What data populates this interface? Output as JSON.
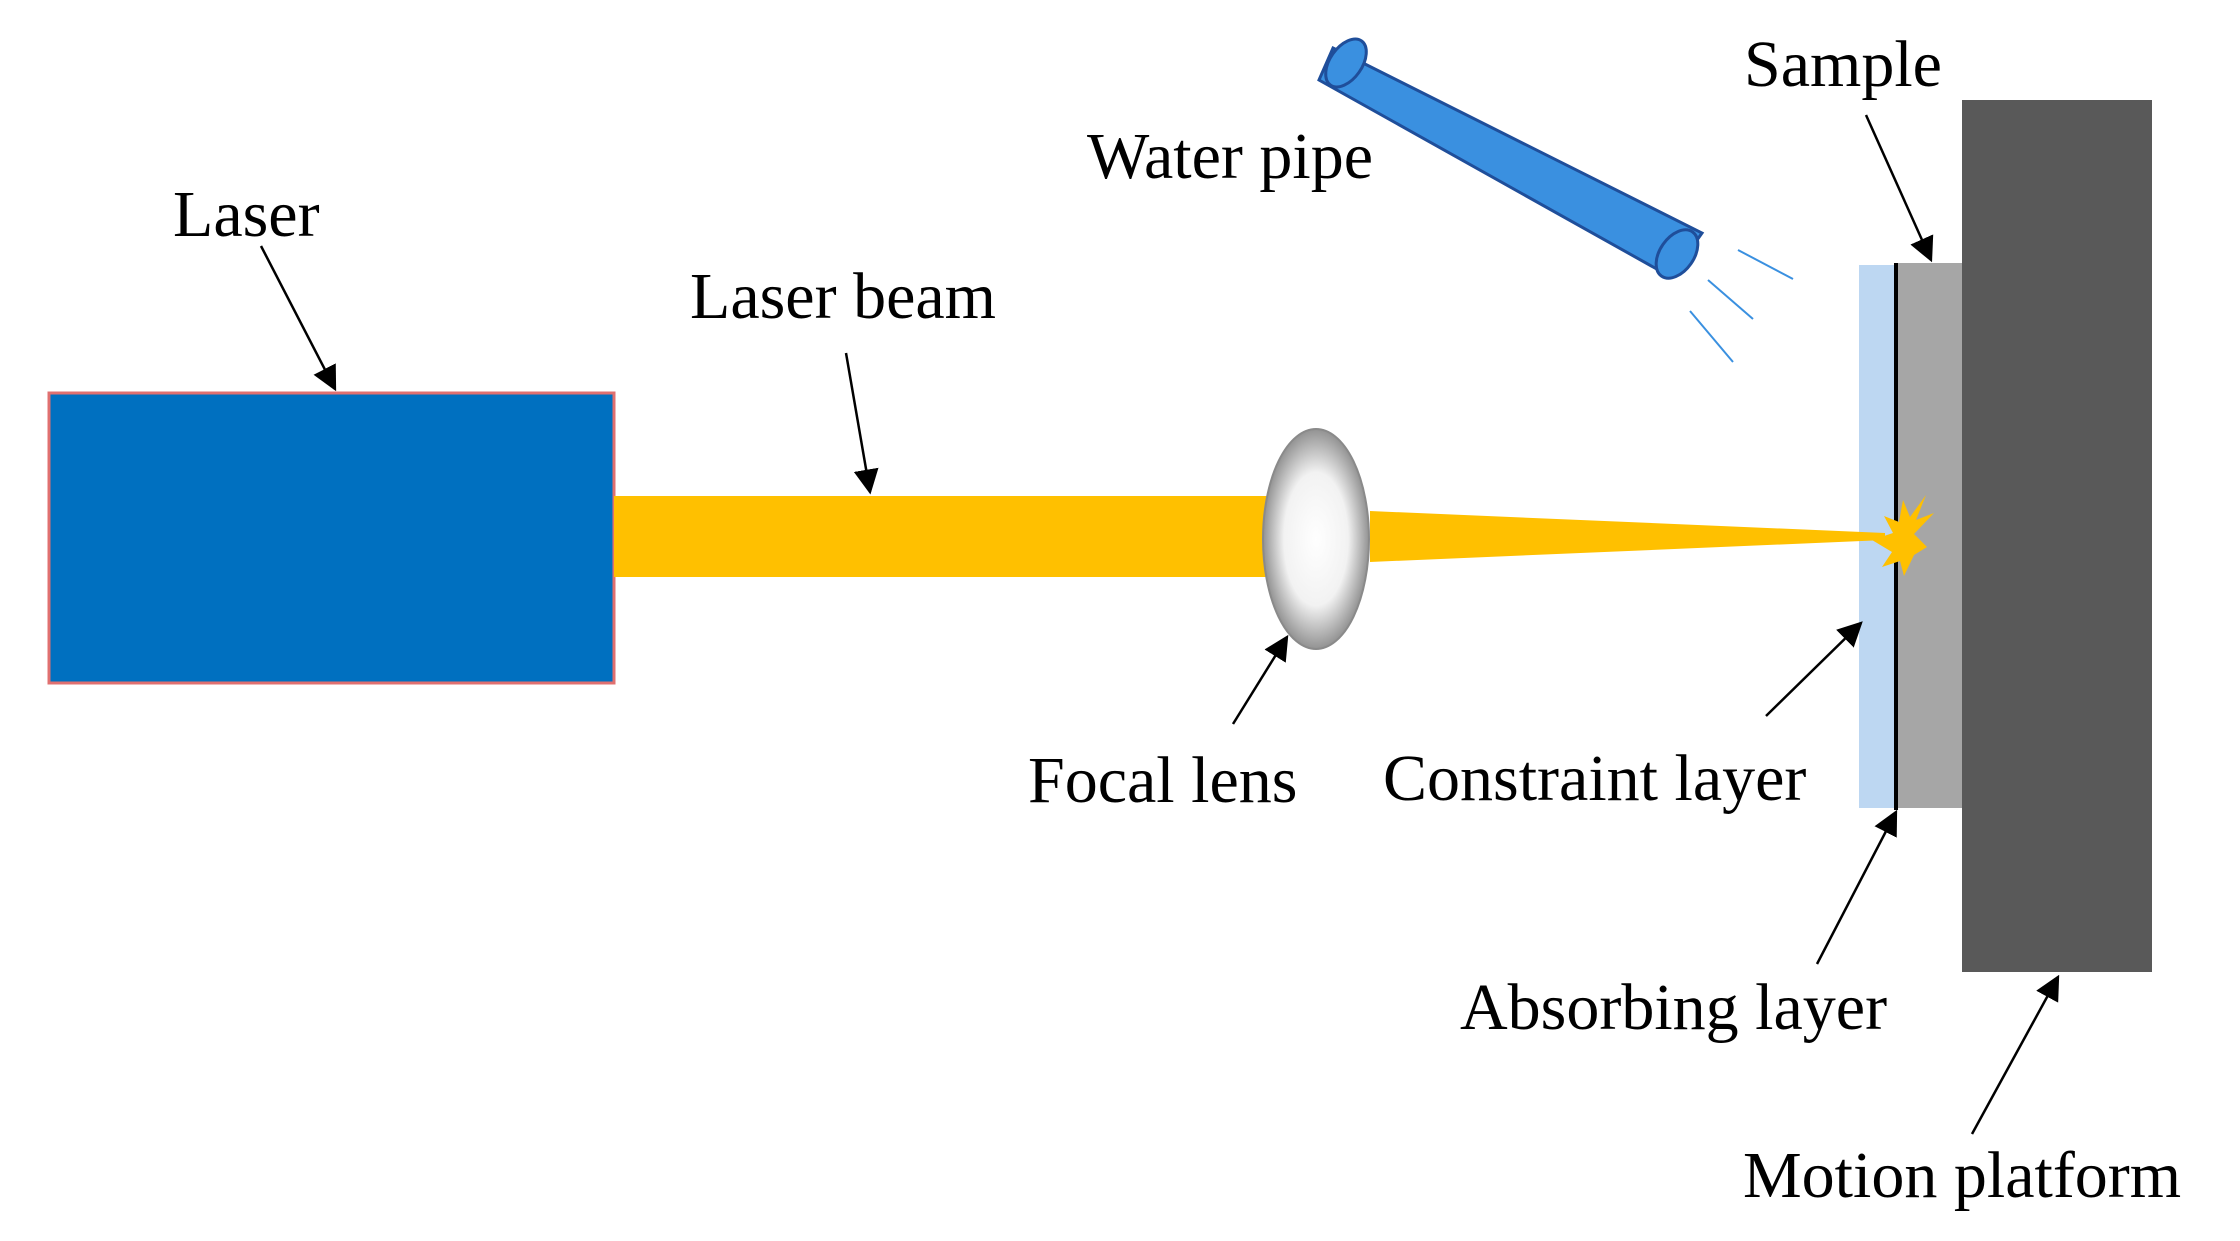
{
  "diagram": {
    "labels": {
      "laser": "Laser",
      "laser_beam": "Laser beam",
      "water_pipe": "Water pipe",
      "sample": "Sample",
      "focal_lens": "Focal lens",
      "constraint_layer": "Constraint layer",
      "absorbing_layer": "Absorbing layer",
      "motion_platform": "Motion platform"
    },
    "colors": {
      "laser_body": "#0070C0",
      "laser_outline": "#E07070",
      "beam": "#FFC000",
      "water_pipe": "#3A90E0",
      "water_pipe_outline": "#1F4E9A",
      "constraint_layer": "#BDD7F2",
      "absorbing_layer": "#000000",
      "sample": "#A6A6A6",
      "motion_platform": "#595959",
      "lens_light": "#FFFFFF",
      "lens_dark": "#808080"
    }
  }
}
